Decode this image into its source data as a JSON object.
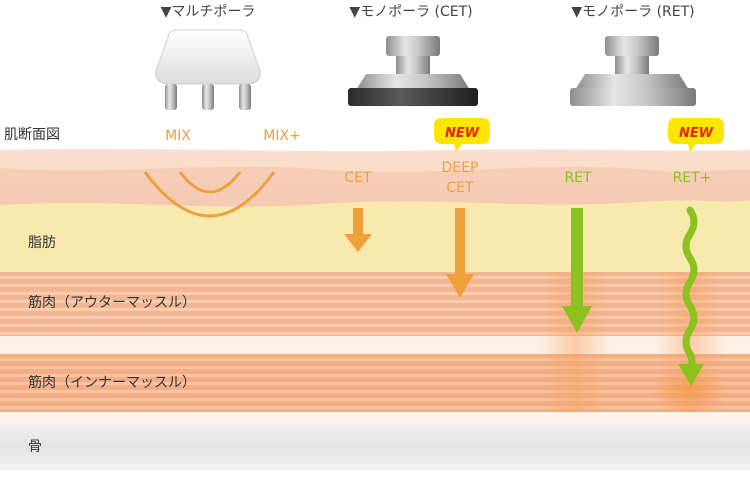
{
  "devices": [
    {
      "label": "▼マルチポーラ"
    },
    {
      "label": "▼モノポーラ (CET)"
    },
    {
      "label": "▼モノポーラ (RET)"
    }
  ],
  "section_title": "肌断面図",
  "layers": {
    "fat": "脂肪",
    "outer_muscle": "筋肉（アウターマッスル）",
    "inner_muscle": "筋肉（インナーマッスル）",
    "bone": "骨"
  },
  "modes": {
    "mix": "MIX",
    "mix_plus": "MIX+",
    "cet": "CET",
    "deep_cet_line1": "DEEP",
    "deep_cet_line2": "CET",
    "ret": "RET",
    "ret_plus": "RET+"
  },
  "badges": {
    "new_1": "NEW",
    "new_2": "NEW"
  },
  "colors": {
    "orange": "#f0a03a",
    "green": "#8bc21f",
    "fat": "#f7e7a7",
    "muscle": "#f3b490",
    "bone": "#e9e9e9",
    "badge": "#ffe600",
    "badge_text": "#e1251b"
  }
}
